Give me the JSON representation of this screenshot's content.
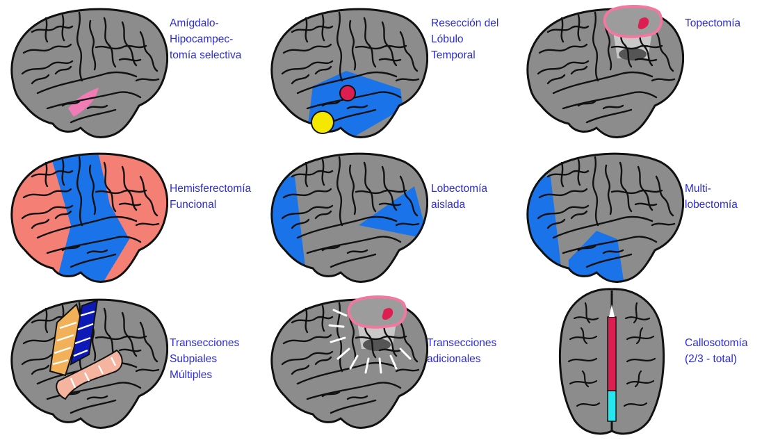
{
  "colors": {
    "cortex": "#8c8c8c",
    "outline": "#111111",
    "label": "#2b2bdc",
    "blue": "#1a73e8",
    "salmon": "#f47f74",
    "pink": "#f07bb5",
    "crimson": "#dc1e50",
    "yellow": "#f5e800",
    "cyan": "#26e6f0",
    "orange": "#f2b158",
    "navy": "#0e1ab8",
    "peach": "#f5b4a0",
    "rimpink": "#f2789e",
    "white": "#ffffff"
  },
  "panels": [
    {
      "id": "amigdalo",
      "label": "Amígdalo-\nHipocampec-\ntomía selectiva"
    },
    {
      "id": "reseccion",
      "label": "Resección del\nLóbulo\nTemporal"
    },
    {
      "id": "topectomia",
      "label": "Topectomía"
    },
    {
      "id": "hemisferectomia",
      "label": "Hemisferectomía\nFuncional"
    },
    {
      "id": "lobectomia",
      "label": "Lobectomía\naislada"
    },
    {
      "id": "multilobectomia",
      "label": "Multi-\nlobectomía"
    },
    {
      "id": "transecciones-subpiales",
      "label": "Transecciones\nSubpiales\nMúltiples"
    },
    {
      "id": "transecciones-adicionales",
      "label": "Transecciones\nadicionales"
    },
    {
      "id": "callosotomia",
      "label": "Callosotomía\n(2/3 - total)"
    }
  ]
}
